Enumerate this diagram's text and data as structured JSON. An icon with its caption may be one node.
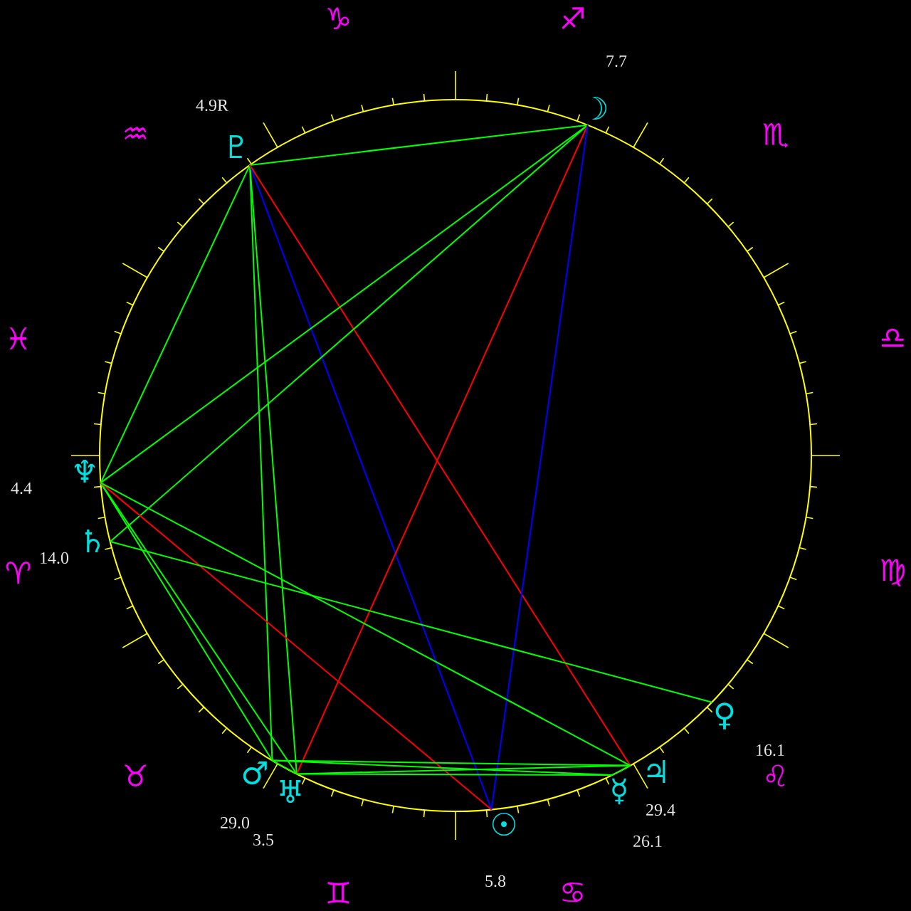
{
  "diagram": {
    "nodes": [
      {
        "text": [
          "♇"
        ],
        "beside": [
          "4.9R"
        ]
      },
      {
        "text": [
          "☽"
        ],
        "beside": [
          "7.7"
        ]
      },
      {
        "text": [
          "♆"
        ],
        "beside": [
          "4.4"
        ]
      },
      {
        "text": [
          "♄"
        ],
        "beside": [
          "14.0"
        ]
      },
      {
        "text": [
          "♀"
        ],
        "beside": [
          "16.1"
        ]
      },
      {
        "text": [
          "♂"
        ],
        "beside": [
          "29.0"
        ]
      },
      {
        "text": [
          "♅"
        ],
        "beside": [
          "3.5"
        ]
      },
      {
        "text": [
          "♃"
        ],
        "beside": [
          "29.4"
        ]
      },
      {
        "text": [
          "☿"
        ],
        "beside": [
          "26.1"
        ]
      },
      {
        "text": [
          "☉"
        ],
        "beside": [
          "5.8"
        ]
      }
    ],
    "edges": [
      {
        "from": 0,
        "to": 1,
        "arrow": "none"
      },
      {
        "from": 0,
        "to": 2,
        "arrow": "none"
      },
      {
        "from": 0,
        "to": 5,
        "arrow": "none"
      },
      {
        "from": 0,
        "to": 6,
        "arrow": "none"
      },
      {
        "from": 0,
        "to": 9,
        "arrow": "none",
        "color": "#0000ff"
      },
      {
        "from": 0,
        "to": 7,
        "arrow": "none",
        "color": "#ff0000"
      },
      {
        "from": 1,
        "to": 2,
        "arrow": "none"
      },
      {
        "from": 1,
        "to": 3,
        "arrow": "none"
      },
      {
        "from": 1,
        "to": 6,
        "arrow": "none",
        "color": "#ff0000"
      },
      {
        "from": 1,
        "to": 9,
        "arrow": "none",
        "color": "#0000ff"
      },
      {
        "from": 2,
        "to": 5,
        "arrow": "none"
      },
      {
        "from": 2,
        "to": 6,
        "arrow": "none"
      },
      {
        "from": 2,
        "to": 9,
        "arrow": "none",
        "color": "#ff0000"
      },
      {
        "from": 2,
        "to": 7,
        "arrow": "none"
      },
      {
        "from": 3,
        "to": 4,
        "arrow": "none"
      },
      {
        "from": 5,
        "to": 6,
        "arrow": "none"
      },
      {
        "from": 5,
        "to": 7,
        "arrow": "none"
      },
      {
        "from": 5,
        "to": 8,
        "arrow": "none"
      },
      {
        "from": 6,
        "to": 7,
        "arrow": "none"
      },
      {
        "from": 6,
        "to": 8,
        "arrow": "none"
      },
      {
        "from": 7,
        "to": 8,
        "arrow": "none"
      }
    ],
    "labels": [
      "♑",
      "♐",
      "♒",
      "♏",
      "♓",
      "♎",
      "♈",
      "♍",
      "♉",
      "♌",
      "♊",
      "♋"
    ]
  }
}
